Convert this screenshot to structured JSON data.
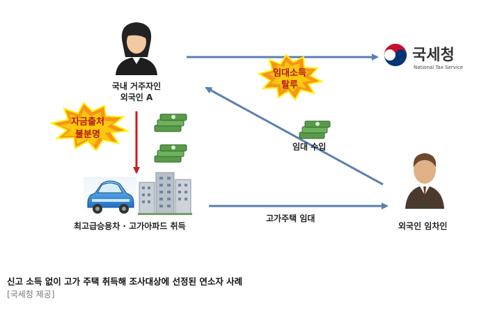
{
  "diagram": {
    "person_a_label_line1": "국내 거주자인",
    "person_a_label_line2": "외국인 A",
    "tenant_label": "외국인 임차인",
    "assets_label": "최고급승용차 · 고가아파드 취득",
    "rent_income_label": "임대 수입",
    "lease_label": "고가주택 임대",
    "burst_evasion_line1": "임대소득",
    "burst_evasion_line2": "탈루",
    "burst_funds_line1": "자금출처",
    "burst_funds_line2": "불분명",
    "nts_logo_text": "국세청",
    "nts_logo_subtext": "National Tax Service"
  },
  "caption": "신고 소득 없이 고가 주택 취득해 조사대상에 선정된 연소자 사례",
  "credit": "[국세청 제공]",
  "colors": {
    "arrow_blue": "#5b7fb0",
    "arrow_red": "#c41e24",
    "burst_orange": "#f7941d",
    "burst_yellow": "#fff200",
    "money_green": "#5a9a4a"
  }
}
